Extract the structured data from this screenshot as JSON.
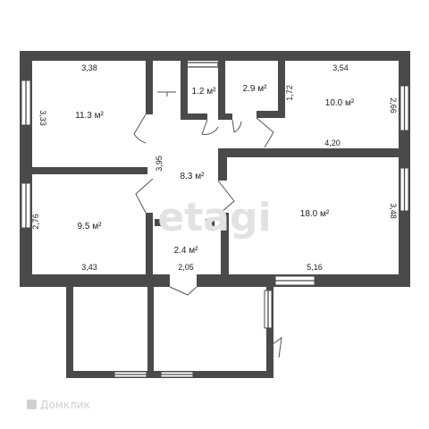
{
  "rooms": [
    {
      "id": "room-a",
      "area": "11.3 м²"
    },
    {
      "id": "room-b",
      "area": "1.2 м²"
    },
    {
      "id": "room-c",
      "area": "2.9 м²"
    },
    {
      "id": "room-d",
      "area": "10.0 м²"
    },
    {
      "id": "room-e",
      "area": "8.3 м²"
    },
    {
      "id": "room-f",
      "area": "9.5 м²"
    },
    {
      "id": "room-g",
      "area": "2.4 м²"
    },
    {
      "id": "room-h",
      "area": "18.0 м²"
    }
  ],
  "dimensions": {
    "d1": "3,38",
    "d2": "3,33",
    "d3": "3,54",
    "d4": "1,72",
    "d5": "2,66",
    "d6": "4,20",
    "d7": "3,95",
    "d8": "2,76",
    "d9": "3,43",
    "d10": "2,05",
    "d11": "5,16",
    "d12": "3,48"
  },
  "watermarks": {
    "main": "etagi",
    "secondary": "Домклик"
  },
  "colors": {
    "wall": "#4a4a4a",
    "background": "#ffffff"
  }
}
